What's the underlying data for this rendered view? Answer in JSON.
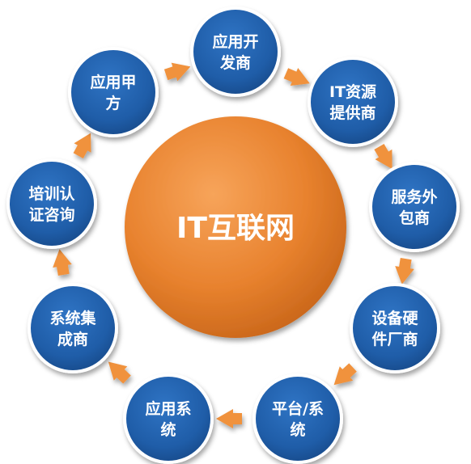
{
  "center": {
    "label": "IT互联网",
    "color": "#E8822E"
  },
  "node_color": "#1F5DA8",
  "arrow_color": "#F0923D",
  "nodes": [
    {
      "id": "app-developer",
      "lines": [
        "应用开",
        "发商"
      ]
    },
    {
      "id": "it-resource-provider",
      "lines": [
        "IT资源",
        "提供商"
      ]
    },
    {
      "id": "service-outsourcer",
      "lines": [
        "服务外",
        "包商"
      ]
    },
    {
      "id": "hardware-vendor",
      "lines": [
        "设备硬",
        "件厂商"
      ]
    },
    {
      "id": "platform-system",
      "lines": [
        "平台/系",
        "统"
      ]
    },
    {
      "id": "application-system",
      "lines": [
        "应用系",
        "统"
      ]
    },
    {
      "id": "system-integrator",
      "lines": [
        "系统集",
        "成商"
      ]
    },
    {
      "id": "training-certification",
      "lines": [
        "培训认",
        "证咨询"
      ]
    },
    {
      "id": "application-client",
      "lines": [
        "应用甲",
        "方"
      ]
    }
  ]
}
